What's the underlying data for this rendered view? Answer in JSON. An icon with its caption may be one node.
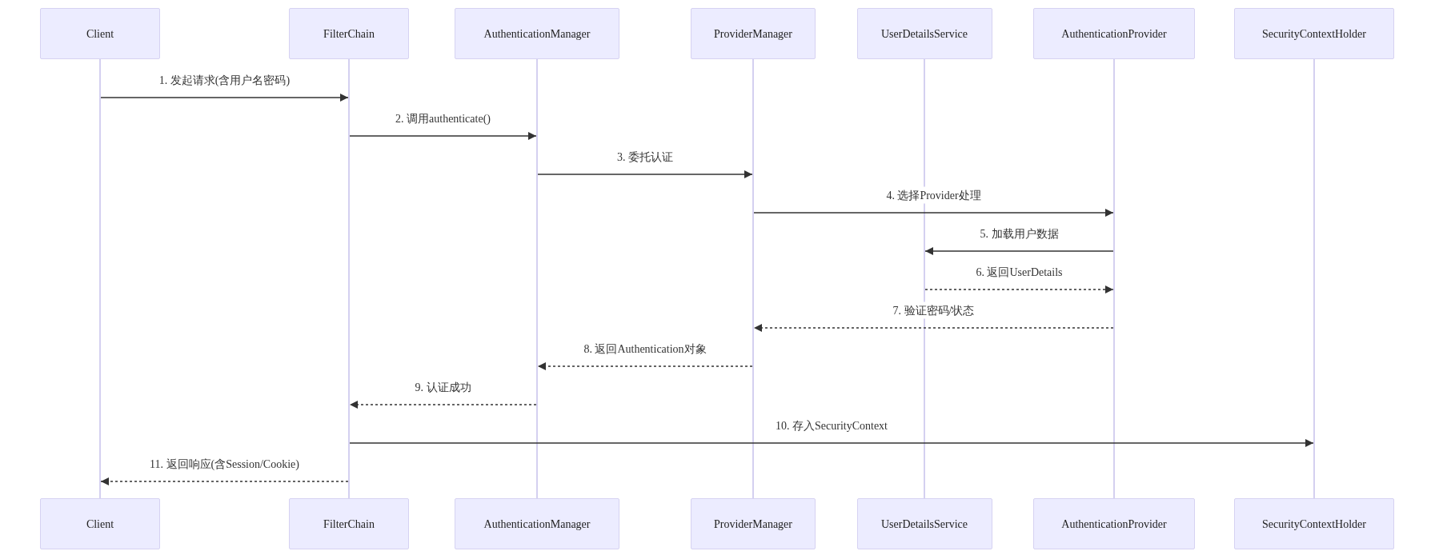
{
  "diagram": {
    "nodes": [
      {
        "text": [
          "Client"
        ]
      },
      {
        "text": [
          "FilterChain"
        ]
      },
      {
        "text": [
          "AuthenticationManager"
        ]
      },
      {
        "text": [
          "ProviderManager"
        ]
      },
      {
        "text": [
          "UserDetailsService"
        ]
      },
      {
        "text": [
          "AuthenticationProvider"
        ]
      },
      {
        "text": [
          "SecurityContextHolder"
        ]
      },
      {
        "text": [],
        "shape": "line"
      },
      {
        "text": [],
        "shape": "line"
      },
      {
        "text": [],
        "shape": "line"
      },
      {
        "text": [],
        "shape": "line"
      },
      {
        "text": [],
        "shape": "line"
      },
      {
        "text": [],
        "shape": "line"
      },
      {
        "text": [],
        "shape": "line"
      },
      {
        "text": [
          "Client"
        ]
      },
      {
        "text": [
          "FilterChain"
        ]
      },
      {
        "text": [
          "AuthenticationManager"
        ]
      },
      {
        "text": [
          "ProviderManager"
        ]
      },
      {
        "text": [
          "UserDetailsService"
        ]
      },
      {
        "text": [
          "AuthenticationProvider"
        ]
      },
      {
        "text": [
          "SecurityContextHolder"
        ]
      }
    ],
    "edges": [
      {
        "from": 7,
        "to": 8,
        "arrow": "to",
        "label": "1. 发起请求(含用户名密码)"
      },
      {
        "from": 8,
        "to": 9,
        "arrow": "to",
        "label": "2. 调用authenticate()"
      },
      {
        "from": 9,
        "to": 10,
        "arrow": "to",
        "label": "3. 委托认证"
      },
      {
        "from": 10,
        "to": 12,
        "arrow": "to",
        "label": "4. 选择Provider处理"
      },
      {
        "from": 12,
        "to": 11,
        "arrow": "to",
        "label": "5. 加载用户数据"
      },
      {
        "from": 11,
        "to": 12,
        "arrow": "to",
        "label": "6. 返回UserDetails",
        "style": "dashed"
      },
      {
        "from": 12,
        "to": 10,
        "arrow": "to",
        "label": "7. 验证密码/状态",
        "style": "dashed"
      },
      {
        "from": 10,
        "to": 9,
        "arrow": "to",
        "label": "8. 返回Authentication对象",
        "style": "dashed"
      },
      {
        "from": 9,
        "to": 8,
        "arrow": "to",
        "label": "9. 认证成功",
        "style": "dashed"
      },
      {
        "from": 8,
        "to": 13,
        "arrow": "to",
        "label": "10. 存入SecurityContext"
      },
      {
        "from": 8,
        "to": 7,
        "arrow": "to",
        "label": "11. 返回响应(含Session/Cookie)",
        "style": "dashed"
      }
    ]
  }
}
